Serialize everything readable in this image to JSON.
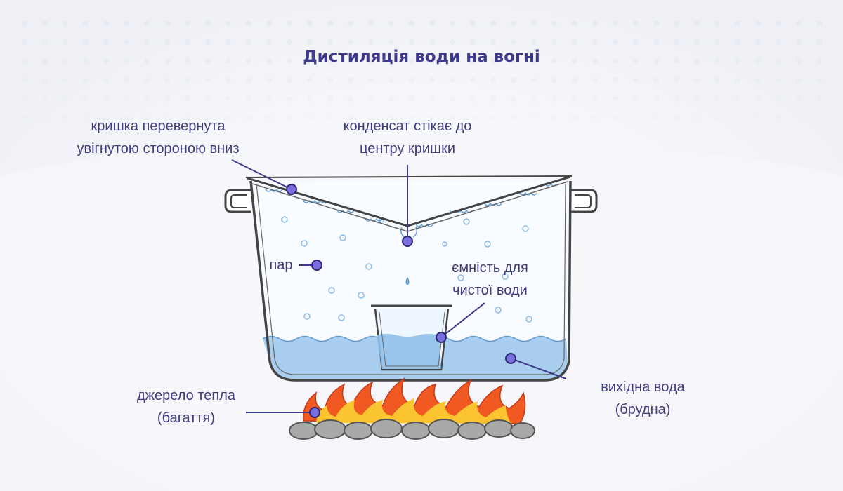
{
  "title": "Дистиляція води на вогні",
  "labels": {
    "lid_line1": "кришка перевернута",
    "lid_line2": "увігнутою стороною вниз",
    "condensate_line1": "конденсат стікає до",
    "condensate_line2": "центру кришки",
    "steam": "пар",
    "container_line1": "ємність для",
    "container_line2": "чистої води",
    "source_line1": "вихідна вода",
    "source_line2": "(брудна)",
    "heat_line1": "джерело тепла",
    "heat_line2": "(багаття)"
  },
  "colors": {
    "accent": "#3d3a8c",
    "marker_fill": "#7b6fe0",
    "marker_stroke": "#2c2875",
    "water": "#a9cdee",
    "outline": "#444444",
    "flame_outer": "#f05a22",
    "flame_inner": "#fbc531",
    "stone": "#a9a9a9"
  }
}
